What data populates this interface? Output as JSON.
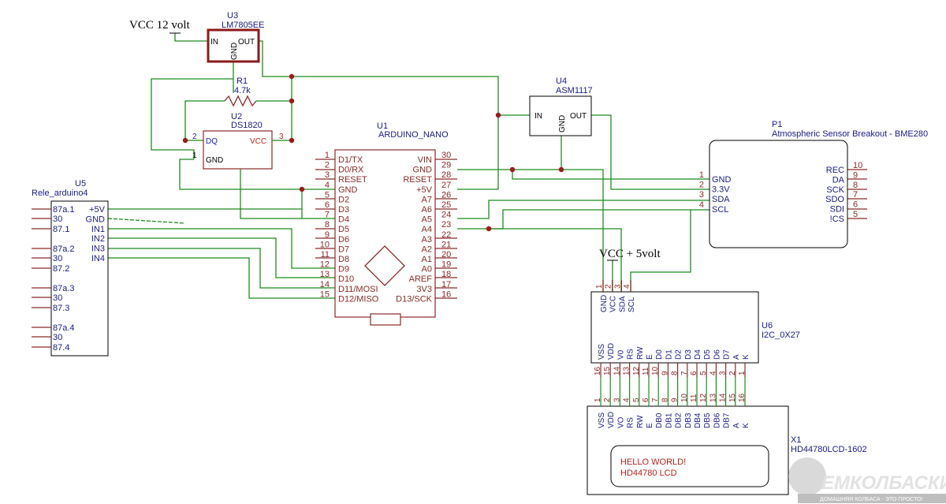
{
  "labels": {
    "vcc12": "VCC 12 volt",
    "vcc5": "VCC + 5volt"
  },
  "u3": {
    "ref": "U3",
    "value": "LM7805EE",
    "in": "IN",
    "out": "OUT",
    "gnd": "GND"
  },
  "r1": {
    "ref": "R1",
    "value": "4.7k"
  },
  "u2": {
    "ref": "U2",
    "value": "DS1820",
    "dq": "DQ",
    "vcc": "VCC",
    "gnd": "GND",
    "p1": "1",
    "p2": "2",
    "p3": "3"
  },
  "u4": {
    "ref": "U4",
    "value": "ASM1117",
    "in": "IN",
    "out": "OUT",
    "gnd": "GND"
  },
  "u1": {
    "ref": "U1",
    "value": "ARDUINO_NANO",
    "left": [
      {
        "num": "1",
        "name": "D1/TX"
      },
      {
        "num": "2",
        "name": "D0/RX"
      },
      {
        "num": "3",
        "name": "RESET"
      },
      {
        "num": "4",
        "name": "GND"
      },
      {
        "num": "5",
        "name": "D2"
      },
      {
        "num": "6",
        "name": "D3"
      },
      {
        "num": "7",
        "name": "D4"
      },
      {
        "num": "8",
        "name": "D5"
      },
      {
        "num": "9",
        "name": "D6"
      },
      {
        "num": "10",
        "name": "D7"
      },
      {
        "num": "11",
        "name": "D8"
      },
      {
        "num": "12",
        "name": "D9"
      },
      {
        "num": "13",
        "name": "D10"
      },
      {
        "num": "14",
        "name": "D11/MOSI"
      },
      {
        "num": "15",
        "name": "D12/MISO"
      }
    ],
    "right": [
      {
        "num": "30",
        "name": "VIN"
      },
      {
        "num": "29",
        "name": "GND"
      },
      {
        "num": "28",
        "name": "RESET"
      },
      {
        "num": "27",
        "name": "+5V"
      },
      {
        "num": "26",
        "name": "A7"
      },
      {
        "num": "25",
        "name": "A6"
      },
      {
        "num": "24",
        "name": "A5"
      },
      {
        "num": "23",
        "name": "A4"
      },
      {
        "num": "22",
        "name": "A3"
      },
      {
        "num": "21",
        "name": "A2"
      },
      {
        "num": "20",
        "name": "A1"
      },
      {
        "num": "19",
        "name": "A0"
      },
      {
        "num": "18",
        "name": "AREF"
      },
      {
        "num": "17",
        "name": "3V3"
      },
      {
        "num": "16",
        "name": "D13/SCK"
      }
    ]
  },
  "p1": {
    "ref": "P1",
    "value": "Atmospheric Sensor Breakout - BME280",
    "left": [
      {
        "num": "1",
        "name": "GND"
      },
      {
        "num": "2",
        "name": "3.3V"
      },
      {
        "num": "3",
        "name": "SDA"
      },
      {
        "num": "4",
        "name": "SCL"
      }
    ],
    "right": [
      {
        "num": "10",
        "name": "REC"
      },
      {
        "num": "9",
        "name": "DA"
      },
      {
        "num": "8",
        "name": "SCK"
      },
      {
        "num": "7",
        "name": "SDO"
      },
      {
        "num": "6",
        "name": "SDI"
      },
      {
        "num": "5",
        "name": "!CS"
      }
    ]
  },
  "u5": {
    "ref": "U5",
    "value": "Rele_arduino4",
    "right": [
      "+5V",
      "GND",
      "IN1",
      "IN2",
      "IN3",
      "IN4"
    ],
    "left": [
      "87a.1",
      "30",
      "87.1",
      "87a.2",
      "30",
      "87.2",
      "87a.3",
      "30",
      "87.3",
      "87a.4",
      "30",
      "87.4"
    ]
  },
  "u6": {
    "ref": "U6",
    "value": "I2C_0X27",
    "top": [
      {
        "num": "1",
        "name": "GND"
      },
      {
        "num": "2",
        "name": "VCC"
      },
      {
        "num": "3",
        "name": "SDA"
      },
      {
        "num": "4",
        "name": "SCL"
      }
    ],
    "bottom": [
      {
        "num": "16",
        "name": "VSS"
      },
      {
        "num": "15",
        "name": "VDD"
      },
      {
        "num": "14",
        "name": "V0"
      },
      {
        "num": "13",
        "name": "RS"
      },
      {
        "num": "12",
        "name": "RW"
      },
      {
        "num": "11",
        "name": "E"
      },
      {
        "num": "10",
        "name": "D0"
      },
      {
        "num": "9",
        "name": "D1"
      },
      {
        "num": "8",
        "name": "D2"
      },
      {
        "num": "7",
        "name": "D3"
      },
      {
        "num": "6",
        "name": "D4"
      },
      {
        "num": "5",
        "name": "D5"
      },
      {
        "num": "4",
        "name": "D6"
      },
      {
        "num": "3",
        "name": "D7"
      },
      {
        "num": "2",
        "name": "A"
      },
      {
        "num": "1",
        "name": "K"
      }
    ]
  },
  "x1": {
    "ref": "X1",
    "value": "HD44780LCD-1602",
    "pins": [
      {
        "num": "1",
        "name": "VSS"
      },
      {
        "num": "2",
        "name": "VDD"
      },
      {
        "num": "3",
        "name": "VO"
      },
      {
        "num": "4",
        "name": "RS"
      },
      {
        "num": "5",
        "name": "RW"
      },
      {
        "num": "6",
        "name": "E"
      },
      {
        "num": "7",
        "name": "DB0"
      },
      {
        "num": "8",
        "name": "DB1"
      },
      {
        "num": "9",
        "name": "DB2"
      },
      {
        "num": "10",
        "name": "DB3"
      },
      {
        "num": "11",
        "name": "DB4"
      },
      {
        "num": "12",
        "name": "DB5"
      },
      {
        "num": "13",
        "name": "DB6"
      },
      {
        "num": "14",
        "name": "DB7"
      },
      {
        "num": "15",
        "name": "A"
      },
      {
        "num": "16",
        "name": "K"
      }
    ],
    "screen_line1": "HELLO WORLD!",
    "screen_line2": "HD44780 LCD"
  },
  "watermark": {
    "brand": "ЕМКОЛБАСКИ",
    "tagline": "ДОМАШНЯЯ КОЛБАСА - ЭТО ПРОСТО!"
  },
  "colors": {
    "wire": "#1f8a1f",
    "part": "#8b2a2a",
    "text": "#1a1a8a",
    "junction": "#a01818",
    "pin_red": "#c02020",
    "pin_blue": "#2020c0"
  }
}
